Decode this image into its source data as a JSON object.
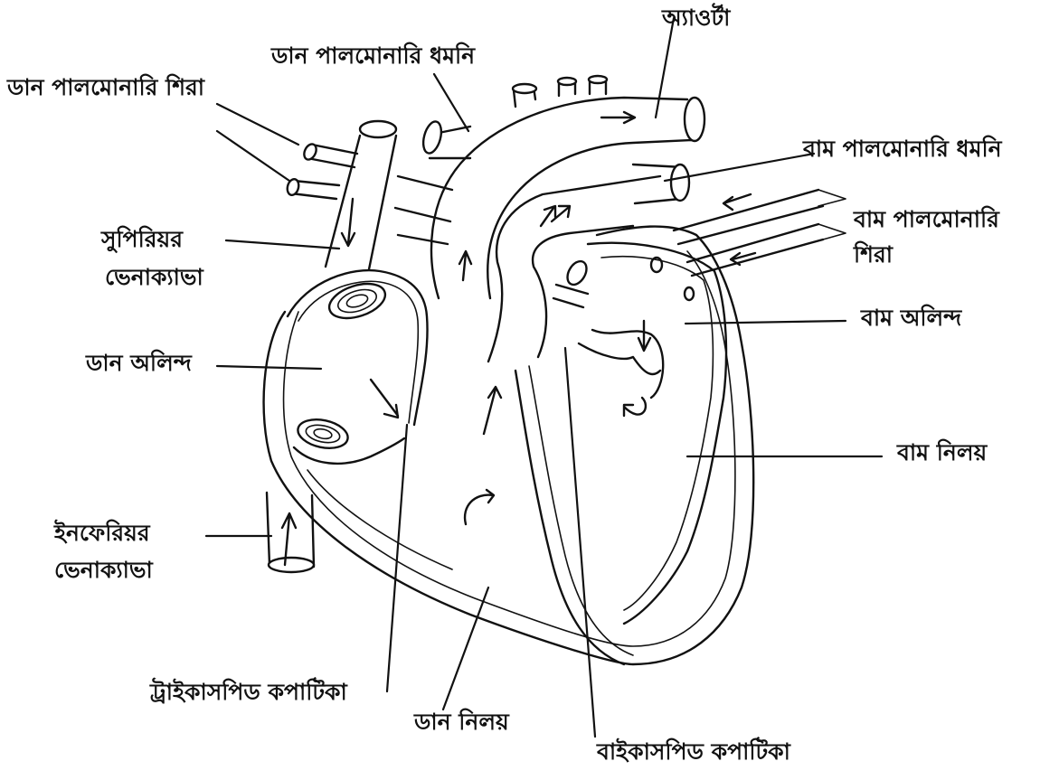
{
  "labels": {
    "aorta": "অ্যাওর্টা",
    "right_pulmonary_artery": "ডান পালমোনারি ধমনি",
    "right_pulmonary_vein": "ডান পালমোনারি শিরা",
    "left_pulmonary_artery": "বাম পালমোনারি ধমনি",
    "left_pulmonary_vein_line1": "বাম পালমোনারি",
    "left_pulmonary_vein_line2": "শিরা",
    "superior_vena_cava_line1": "সুপিরিয়র",
    "superior_vena_cava_line2": "ভেনাক্যাভা",
    "right_atrium": "ডান অলিন্দ",
    "left_atrium": "বাম অলিন্দ",
    "left_ventricle": "বাম নিলয়",
    "inferior_vena_cava_line1": "ইনফেরিয়র",
    "inferior_vena_cava_line2": "ভেনাক্যাভা",
    "tricuspid_valve": "ট্রাইকাসপিড কপাটিকা",
    "right_ventricle": "ডান নিলয়",
    "bicuspid_valve": "বাইকাসপিড কপাটিকা"
  }
}
